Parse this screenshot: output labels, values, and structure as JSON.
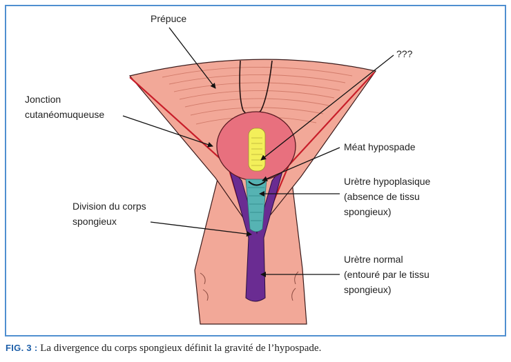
{
  "labels": {
    "prepuce": "Prépuce",
    "unknown": "???",
    "jonction_line1": "Jonction",
    "jonction_line2": "cutanéomuqueuse",
    "meat": "Méat hypospade",
    "uretre_hypo_line1": "Urètre hypoplasique",
    "uretre_hypo_line2": "(absence de tissu",
    "uretre_hypo_line3": "spongieux)",
    "division_line1": "Division du corps",
    "division_line2": "spongieux",
    "uretre_normal_line1": "Urètre normal",
    "uretre_normal_line2": "(entouré par le tissu",
    "uretre_normal_line3": "spongieux)"
  },
  "caption": {
    "fig_label": "FIG. 3 :",
    "text": " La divergence du corps spongieux définit la gravité de l’hypospade."
  },
  "colors": {
    "frame": "#4f8fd0",
    "skin": "#f2a898",
    "glans": "#e8707e",
    "meatus_yellow": "#f3ef5a",
    "urethra_teal": "#56b3b3",
    "spongy_purple": "#6a2c92",
    "red_edge": "#c81e2a",
    "caption_fig": "#1c5ea8"
  }
}
